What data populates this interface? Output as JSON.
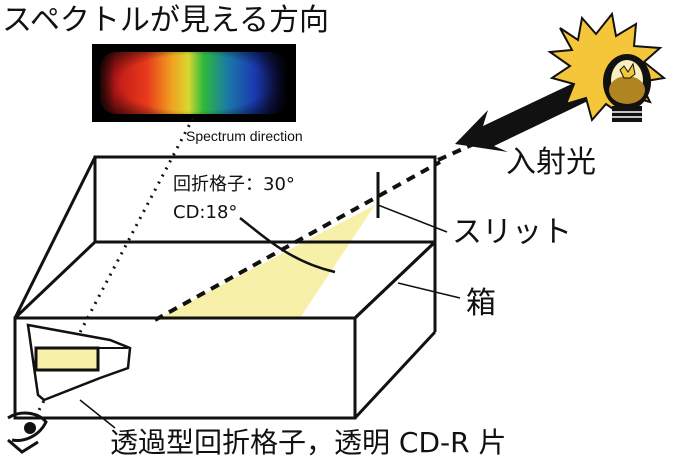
{
  "title": "スペクトルが見える方向",
  "spectrum_label": "Spectrum direction",
  "grating_label": "回折格子：30°",
  "cd_label": "CD:18°",
  "incident_label": "入射光",
  "slit_label": "スリット",
  "box_label": "箱",
  "bottom_label": "透過型回折格子，透明 CD-R 片",
  "colors": {
    "beam": "#f7f0a8",
    "outline": "#111111"
  }
}
